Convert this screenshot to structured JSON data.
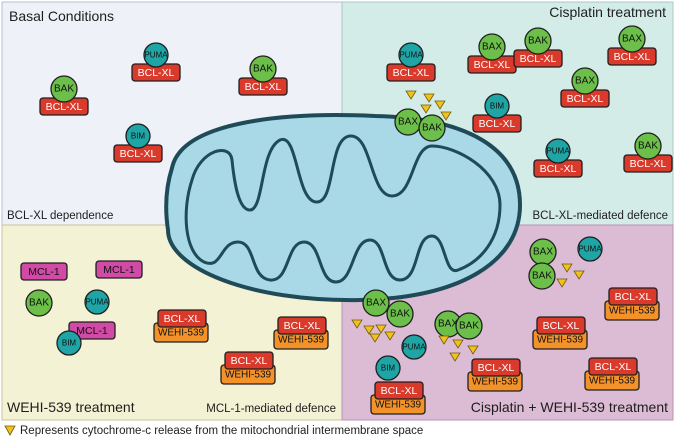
{
  "panels": {
    "basal": {
      "title": "Basal Conditions",
      "subtitle": "BCL-XL dependence"
    },
    "cisplatin": {
      "title": "Cisplatin treatment",
      "subtitle": "BCL-XL-mediated defence"
    },
    "wehi": {
      "title": "WEHI-539 treatment",
      "subtitle": "MCL-1-mediated defence"
    },
    "combo": {
      "title": "Cisplatin + WEHI-539 treatment"
    }
  },
  "labels": {
    "bak": "BAK",
    "bax": "BAX",
    "puma": "PUMA",
    "bim": "BIM",
    "bclxl": "BCL-XL",
    "mcl1": "MCL-1",
    "wehi539": "WEHI-539"
  },
  "legend": {
    "text": "Represents cytochrome-c release from the mitochondrial intermembrane space"
  },
  "colors": {
    "basal_bg": "#eef1f8",
    "cisplatin_bg": "#d4ece7",
    "wehi_bg": "#f4f2d4",
    "combo_bg": "#dcbbd4",
    "bak_bax": "#6cc04a",
    "puma_bim": "#1fa5a5",
    "bclxl": "#d93a2b",
    "mcl1": "#d14aa6",
    "wehi539": "#f4922a",
    "cytochrome_c": "#f3c21a",
    "mitochondrion": "#a9d9e6"
  }
}
